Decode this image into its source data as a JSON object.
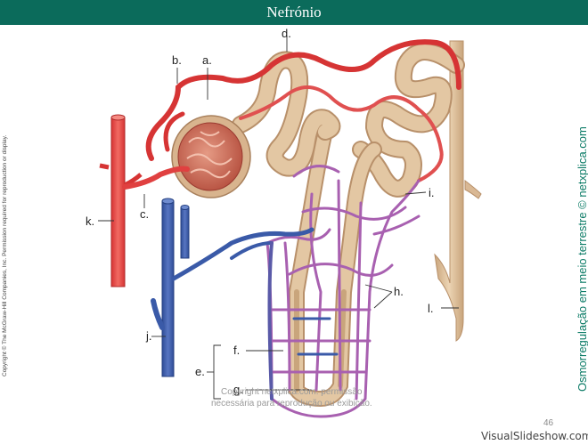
{
  "slide": {
    "title": "Nefrónio",
    "copyright_vertical": "Copyright © The McGraw-Hill Companies, Inc. Permission required for reproduction or display.",
    "side_caption": "Osmorregulação em meio terrestre © netxplica.com",
    "watermark_line1": "Copyright netxplica.com: permissão",
    "watermark_line2": "necessária para reprodução ou exibição.",
    "page_number": "46",
    "brand": "VisualSlideshow.com"
  },
  "labels": {
    "a": "a.",
    "b": "b.",
    "c": "c.",
    "d": "d.",
    "e": "e.",
    "f": "f.",
    "g": "g.",
    "h": "h.",
    "i": "i.",
    "j": "j.",
    "k": "k.",
    "l": "l."
  },
  "colors": {
    "header": "#0b6b5b",
    "artery": "#e34040",
    "vein": "#3a5aa8",
    "capillary": "#a860b0",
    "tubule": "#d9b894",
    "tubule_stroke": "#b8906a",
    "glomerulus": "#c24a3e"
  }
}
